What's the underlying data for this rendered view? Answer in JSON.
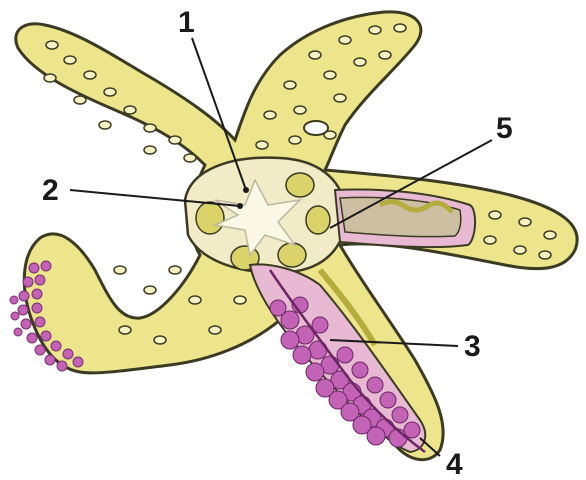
{
  "labels": {
    "l1": "1",
    "l2": "2",
    "l3": "3",
    "l4": "4",
    "l5": "5"
  },
  "colors": {
    "body": "#ece58b",
    "outline": "#3b3a22",
    "interior": "#f1ebc8",
    "gonad": "#c263b6",
    "gut": "#cdbfa1",
    "pink": "#e8b9d2"
  }
}
